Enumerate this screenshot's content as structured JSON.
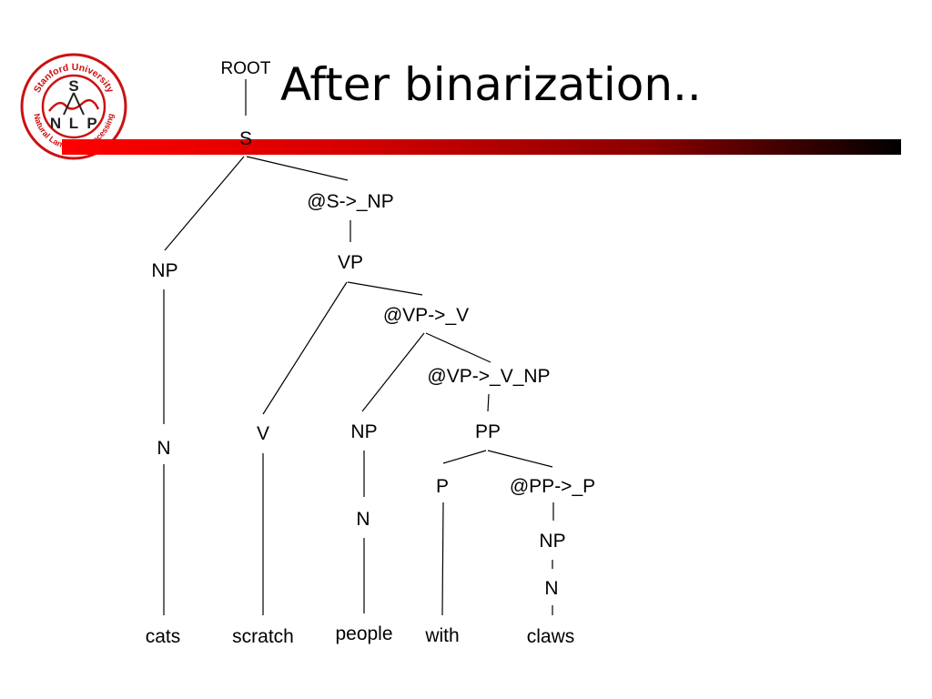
{
  "slide": {
    "title": "After binarization..",
    "accent_color": "#ff0000"
  },
  "logo": {
    "top_text": "Stanford University",
    "bottom_text": "Natural Language Processing",
    "letters": [
      "S",
      "N",
      "L",
      "P"
    ],
    "colors": {
      "ring": "#cc1111",
      "text": "#222222"
    }
  },
  "tree": {
    "nodes": {
      "root": "ROOT",
      "s": "S",
      "s_np_bar": "@S->_NP",
      "np1": "NP",
      "vp": "VP",
      "vp_v_bar": "@VP->_V",
      "vp_v_np_bar": "@VP->_V_NP",
      "n1": "N",
      "v": "V",
      "np2": "NP",
      "pp": "PP",
      "n2": "N",
      "p": "P",
      "pp_p_bar": "@PP->_P",
      "np3": "NP",
      "n3": "N"
    },
    "words": {
      "cats": "cats",
      "scratch": "scratch",
      "people": "people",
      "with": "with",
      "claws": "claws"
    }
  }
}
